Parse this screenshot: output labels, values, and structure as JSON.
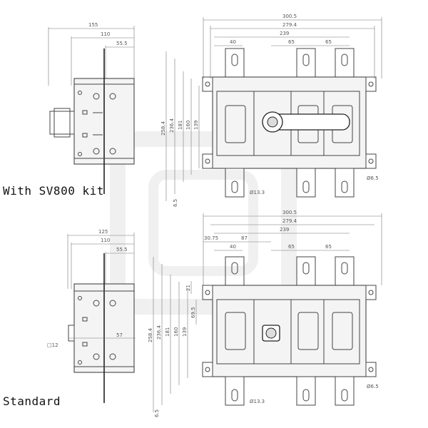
{
  "captions": {
    "top": "With SV800 kit",
    "bottom": "Standard"
  },
  "top_view": {
    "side_widths": [
      "155",
      "110",
      "55.5"
    ],
    "front_widths": [
      "300.5",
      "279.4",
      "239",
      "40",
      "65",
      "65"
    ],
    "heights": [
      "258.4",
      "236.4",
      "181",
      "160",
      "139"
    ],
    "bottom_offset": "6.5",
    "hole_small": "Ø6.5",
    "hole_large": "Ø13.3"
  },
  "bottom_view": {
    "side_widths": [
      "125",
      "110",
      "55.5"
    ],
    "side_detail": [
      "57",
      "□12"
    ],
    "front_widths": [
      "300.5",
      "279.4",
      "239",
      "30.75",
      "87",
      "40",
      "65",
      "65"
    ],
    "heights": [
      "258.4",
      "236.4",
      "181",
      "160",
      "139",
      "69.5",
      "21"
    ],
    "bottom_offset": "6.5",
    "hole_small": "Ø6.5",
    "hole_large": "Ø13.3"
  }
}
